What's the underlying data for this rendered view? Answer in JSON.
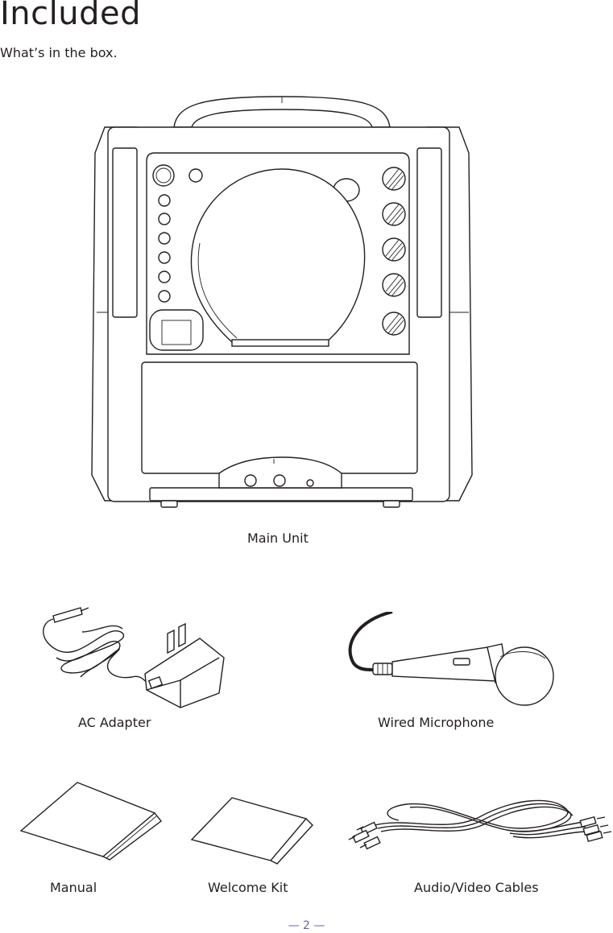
{
  "header": {
    "title": "Included",
    "subtitle": "What’s in the box."
  },
  "items": {
    "main_unit": "Main Unit",
    "ac_adapter": "AC Adapter",
    "wired_microphone": "Wired Microphone",
    "manual": "Manual",
    "welcome_kit": "Welcome Kit",
    "av_cables": "Audio/Video Cables"
  },
  "footer": {
    "page_number": "— 2 —"
  },
  "colors": {
    "text": "#231f20",
    "page_number": "#6b5fb0"
  }
}
